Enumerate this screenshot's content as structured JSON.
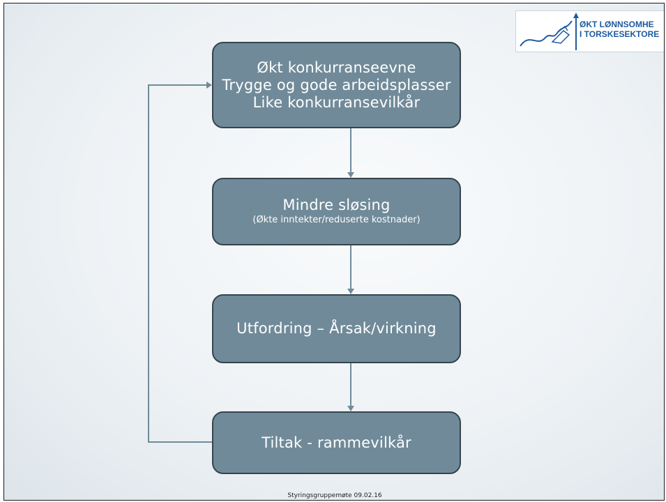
{
  "logo": {
    "line1": "ØKT LØNNSOMHE",
    "line2": "I TORSKESEKTORE"
  },
  "boxes": [
    {
      "lines": [
        "Økt konkurranseevne",
        "Trygge og gode arbeidsplasser",
        "Like konkurransevilkår"
      ]
    },
    {
      "title": "Mindre sløsing",
      "subtitle": "(Økte inntekter/reduserte kostnader)"
    },
    {
      "title": "Utfordring – Årsak/virkning"
    },
    {
      "title": "Tiltak - rammevilkår"
    }
  ],
  "footer": "Styringsgruppemøte 09.02.16",
  "colors": {
    "box_fill": "#708a99",
    "box_border": "#34444e",
    "arrow": "#708a99",
    "logo_text": "#1d5a9e"
  }
}
